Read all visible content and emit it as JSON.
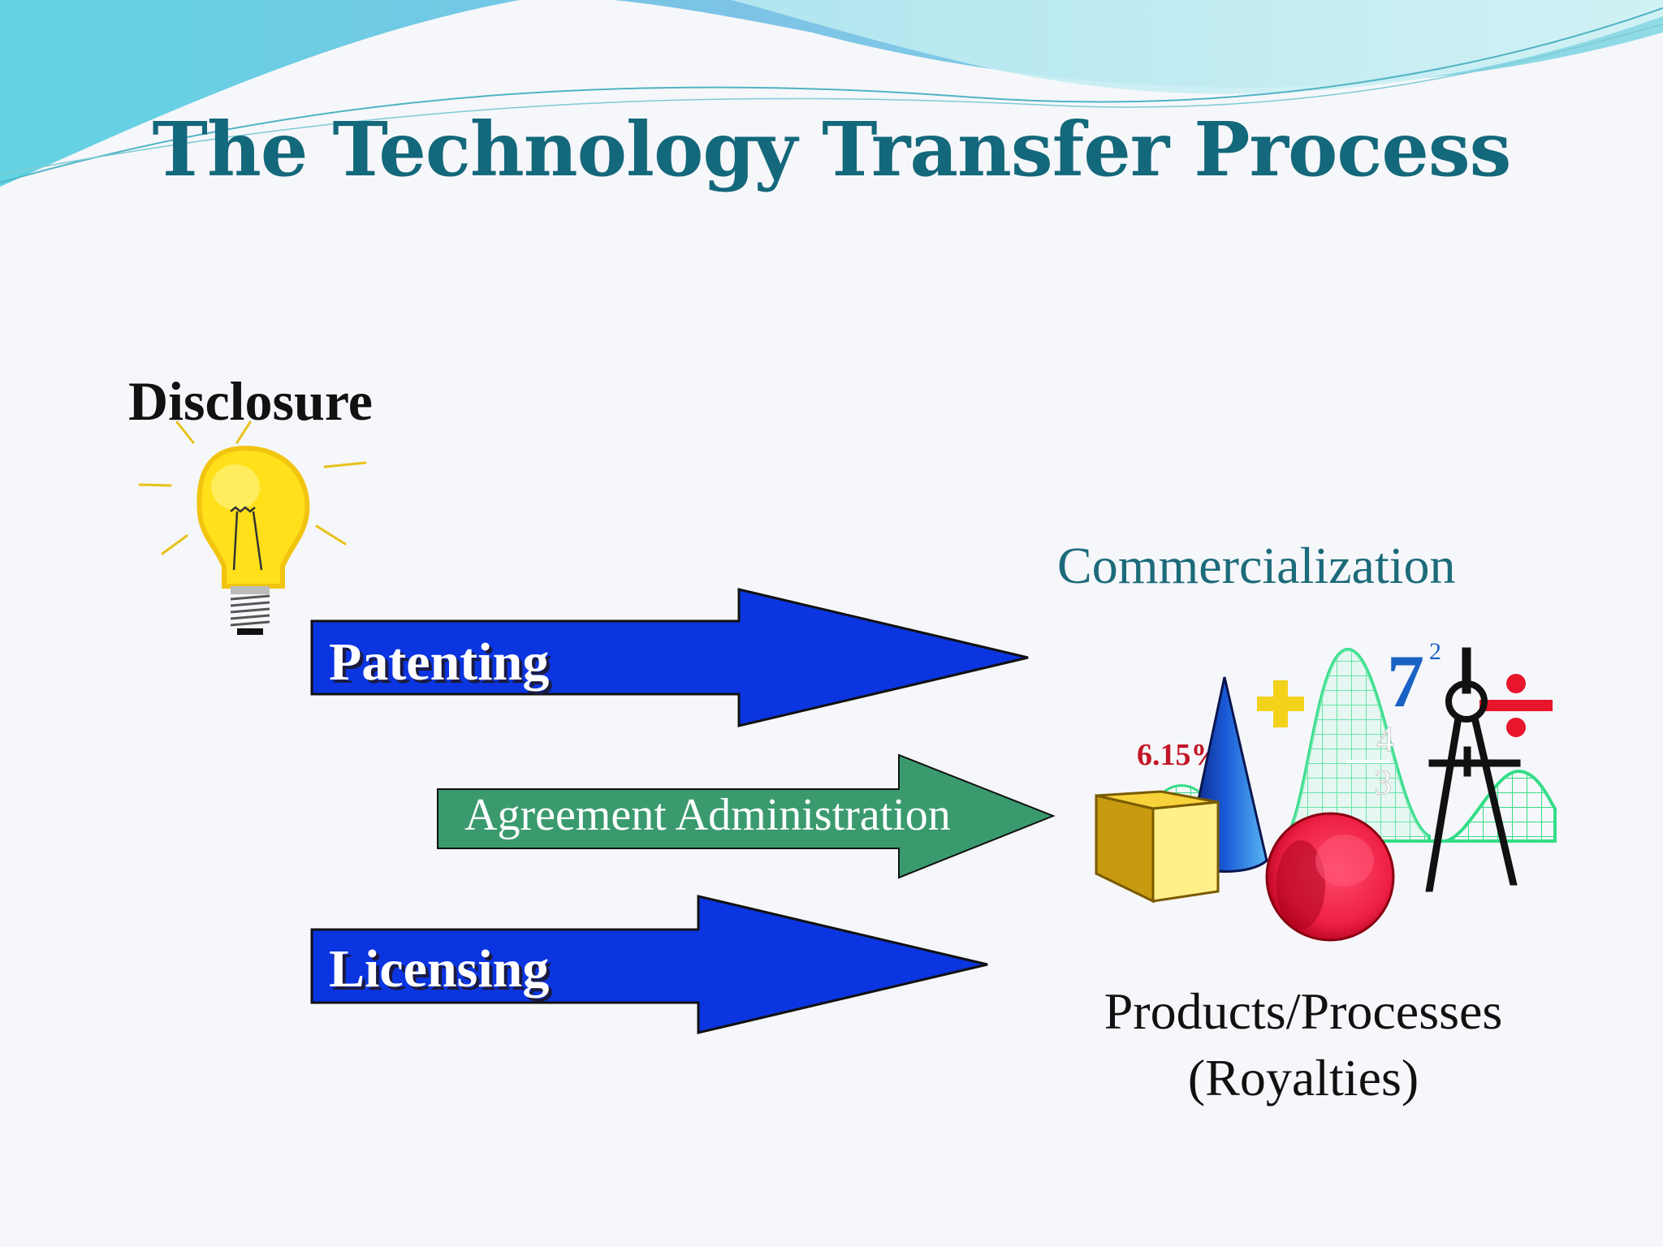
{
  "slide": {
    "title": "The Technology Transfer Process",
    "disclosure_label": "Disclosure",
    "commercialization_label": "Commercialization",
    "outcome": {
      "line1": "Products/Processes",
      "line2": "(Royalties)"
    }
  },
  "arrows": {
    "patenting": "Patenting",
    "agreement": "Agreement Administration",
    "licensing": "Licensing"
  },
  "clipart_text": {
    "percent": "6.15%",
    "seven": "7",
    "exponent": "2",
    "fraction_top": "4",
    "fraction_bottom": "3"
  },
  "colors": {
    "title": "#14687b",
    "blue_arrow": "#0b35e0",
    "green_arrow": "#3a9a6e",
    "bulb": "#ffe01a"
  },
  "icons": [
    "light-bulb-icon",
    "geometry-math-clipart"
  ]
}
